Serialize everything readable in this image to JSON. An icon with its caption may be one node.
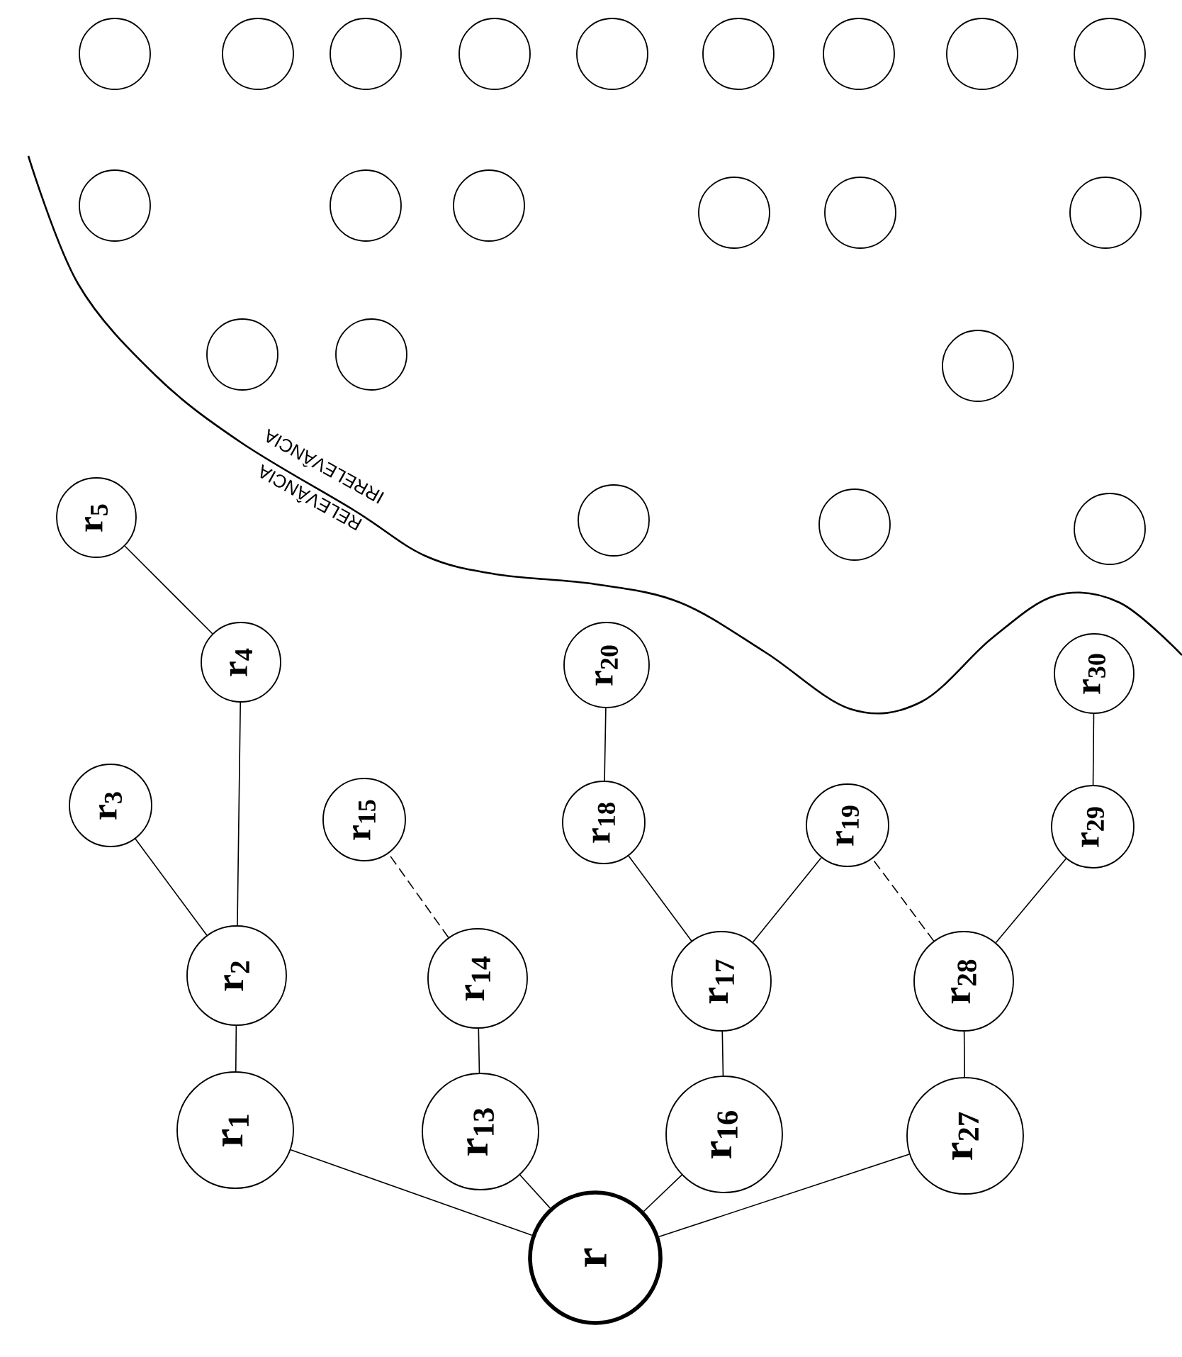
{
  "diagram": {
    "nodes": [
      {
        "text": [],
        "shape": "circle"
      },
      {
        "text": [],
        "shape": "circle"
      },
      {
        "text": [],
        "shape": "circle"
      },
      {
        "text": [],
        "shape": "circle"
      },
      {
        "text": [],
        "shape": "circle"
      },
      {
        "text": [],
        "shape": "circle"
      },
      {
        "text": [],
        "shape": "circle"
      },
      {
        "text": [],
        "shape": "circle"
      },
      {
        "text": [],
        "shape": "circle"
      },
      {
        "text": [],
        "shape": "circle"
      },
      {
        "text": [],
        "shape": "circle"
      },
      {
        "text": [],
        "shape": "circle"
      },
      {
        "text": [],
        "shape": "circle"
      },
      {
        "text": [],
        "shape": "circle"
      },
      {
        "text": [],
        "shape": "circle"
      },
      {
        "text": [],
        "shape": "circle"
      },
      {
        "text": [],
        "shape": "circle"
      },
      {
        "text": [],
        "shape": "circle"
      },
      {
        "text": [
          "r$_{5}$"
        ]
      },
      {
        "text": [],
        "shape": "circle"
      },
      {
        "text": [],
        "shape": "circle"
      },
      {
        "text": [],
        "shape": "circle"
      },
      {
        "text": [
          "r$_{4}$"
        ]
      },
      {
        "text": [
          "r$_{20}$"
        ]
      },
      {
        "text": [
          "r$_{30}$"
        ]
      },
      {
        "text": [
          "r$_{3}$"
        ]
      },
      {
        "text": [
          "r$_{15}$"
        ]
      },
      {
        "text": [
          "r$_{18}$"
        ]
      },
      {
        "text": [
          "r$_{19}$"
        ]
      },
      {
        "text": [
          "r$_{29}$"
        ]
      },
      {
        "text": [
          "r$_{2}$"
        ]
      },
      {
        "text": [
          "r$_{14}$"
        ]
      },
      {
        "text": [
          "r$_{17}$"
        ]
      },
      {
        "text": [
          "r$_{28}$"
        ]
      },
      {
        "text": [
          "r$_{1}$"
        ]
      },
      {
        "text": [
          "r$_{13}$"
        ]
      },
      {
        "text": [
          "r$_{16}$"
        ]
      },
      {
        "text": [
          "r$_{27}$"
        ]
      },
      {
        "text": [
          "r"
        ]
      }
    ],
    "edges": [
      {
        "from": 38,
        "to": 34,
        "arrow": "none"
      },
      {
        "from": 38,
        "to": 35,
        "arrow": "none"
      },
      {
        "from": 38,
        "to": 36,
        "arrow": "none"
      },
      {
        "from": 38,
        "to": 37,
        "arrow": "none"
      },
      {
        "from": 34,
        "to": 30,
        "arrow": "none"
      },
      {
        "from": 30,
        "to": 25,
        "arrow": "none"
      },
      {
        "from": 30,
        "to": 22,
        "arrow": "none"
      },
      {
        "from": 22,
        "to": 18,
        "arrow": "none"
      },
      {
        "from": 35,
        "to": 31,
        "arrow": "none"
      },
      {
        "from": 31,
        "to": 26,
        "arrow": "none",
        "style": "dashed"
      },
      {
        "from": 36,
        "to": 32,
        "arrow": "none"
      },
      {
        "from": 32,
        "to": 27,
        "arrow": "none"
      },
      {
        "from": 27,
        "to": 23,
        "arrow": "none"
      },
      {
        "from": 32,
        "to": 28,
        "arrow": "none"
      },
      {
        "from": 37,
        "to": 33,
        "arrow": "none"
      },
      {
        "from": 33,
        "to": 28,
        "arrow": "none",
        "style": "dashed"
      },
      {
        "from": 33,
        "to": 29,
        "arrow": "none"
      },
      {
        "from": 29,
        "to": 24,
        "arrow": "none"
      }
    ],
    "labels": [
      "IRRELEVÂNCIA",
      "RELEVÂNCIA"
    ]
  }
}
